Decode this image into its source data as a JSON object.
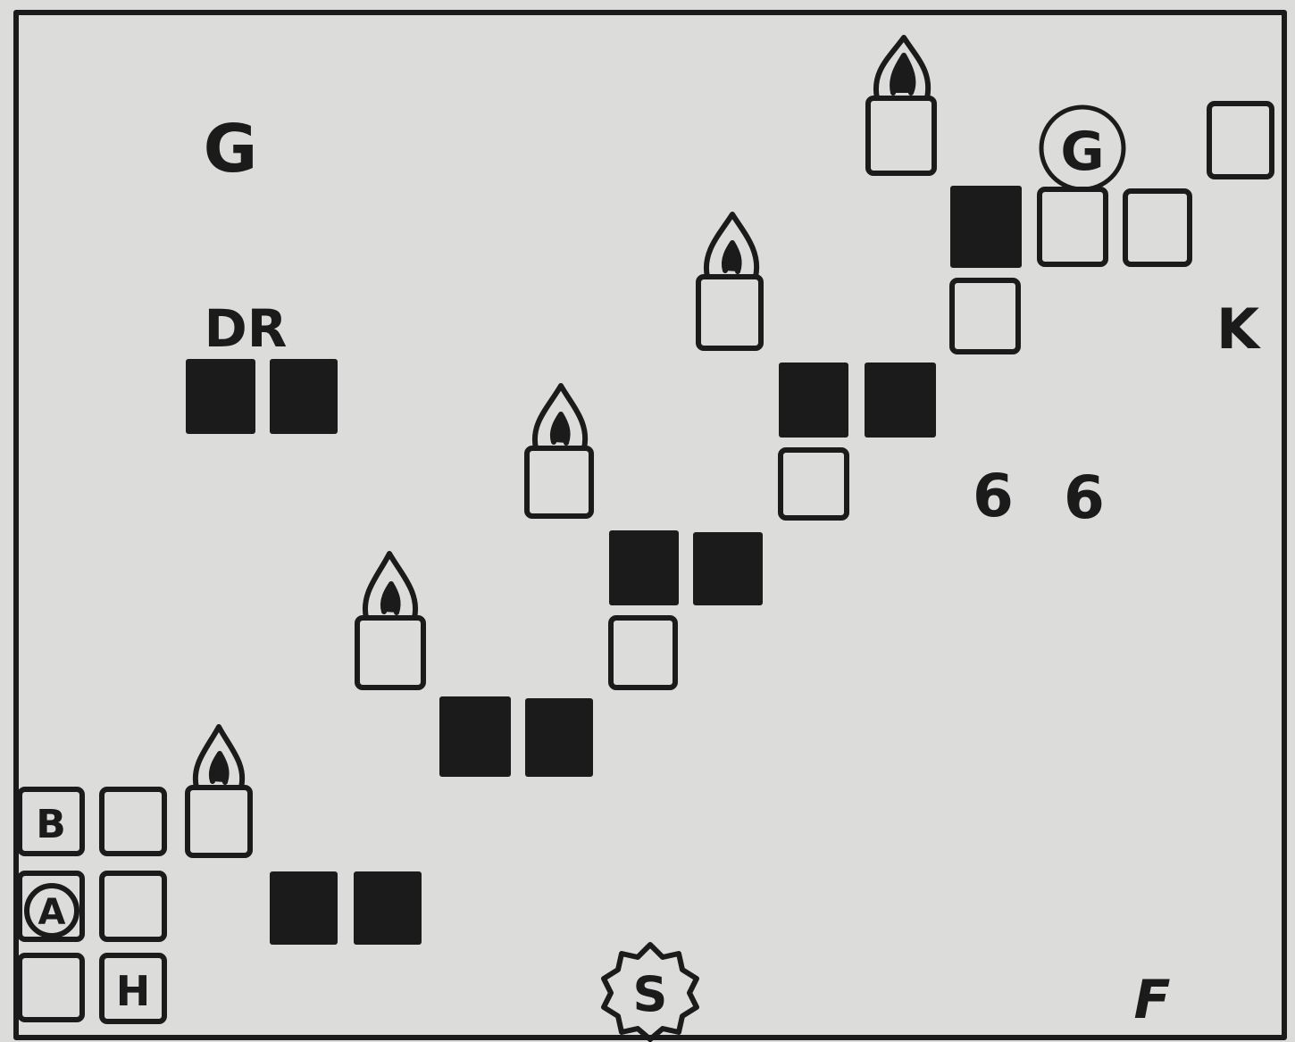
{
  "labels": {
    "g_top_left": "G",
    "g_circled": "G",
    "dr": "DR",
    "k": "K",
    "six_left": "6",
    "six_right": "6",
    "f": "F",
    "s": "S",
    "b": "B",
    "a": "A",
    "h": "H"
  },
  "colors": {
    "background": "#dcdcda",
    "ink": "#1b1b1b"
  },
  "icons": {
    "candle": "candle-icon",
    "sun": "sun-icon"
  }
}
